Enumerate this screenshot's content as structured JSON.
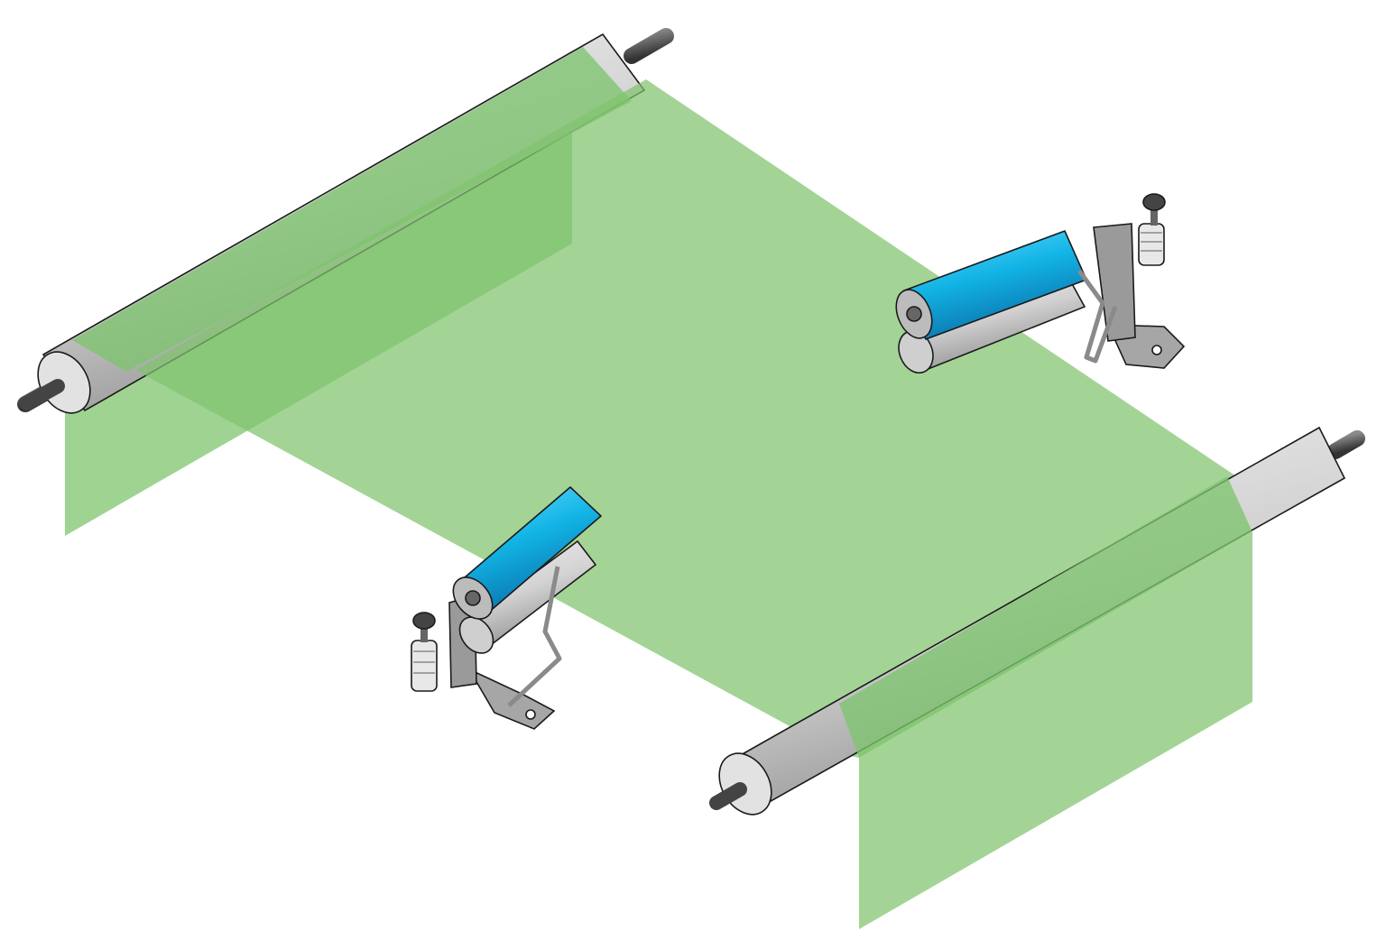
{
  "diagram": {
    "components": [
      {
        "id": "supply-roller",
        "kind": "web-roller"
      },
      {
        "id": "takeup-roller",
        "kind": "web-roller"
      },
      {
        "id": "nip-roller-rear",
        "kind": "pinch-roller-assembly"
      },
      {
        "id": "nip-roller-front",
        "kind": "pinch-roller-assembly"
      },
      {
        "id": "web",
        "kind": "film-web"
      }
    ]
  },
  "colors": {
    "web": "#7fc46e",
    "roller_body": "#cfcfcf",
    "shaft": "#555555",
    "nip_roller": "#12b4e6",
    "bracket": "#9a9a9a"
  }
}
